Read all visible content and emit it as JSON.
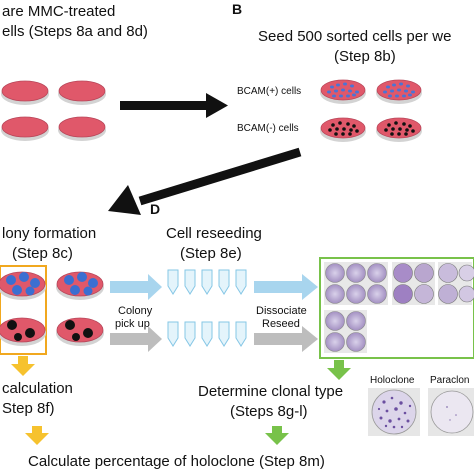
{
  "panels": {
    "b_letter": "B",
    "d_letter": "D"
  },
  "steps": {
    "prepare_line1": "are MMC-treated",
    "prepare_line2": "ells (Steps 8a and 8d)",
    "seed_line1": "Seed 500 sorted cells per we",
    "seed_line2": "(Step 8b)",
    "bcam_pos": "BCAM(+) cells",
    "bcam_neg": "BCAM(-) cells",
    "colony_line1": "lony formation",
    "colony_line2": "(Step 8c)",
    "reseed_line1": "Cell reseeding",
    "reseed_line2": "(Step 8e)",
    "colony_pickup_1": "Colony",
    "colony_pickup_2": "pick up",
    "dissociate": "Dissociate",
    "reseed": "Reseed",
    "calc_line1": "calculation",
    "calc_line2": "Step 8f)",
    "clonal_line1": "Determine clonal type",
    "clonal_line2": "(Steps 8g-l)",
    "holoclone": "Holoclone",
    "paraclone": "Paraclon",
    "final": "Calculate percentage of holoclone (Step 8m)"
  },
  "colors": {
    "dish_fill": "#e0586a",
    "dish_rim": "#c9c9c9",
    "blue_cell": "#3b6fd1",
    "black_cell": "#111111",
    "orange": "#f1a81f",
    "yellow_arrow": "#f6c22e",
    "green": "#78c24a",
    "light_blue": "#a8d5ee",
    "grey_arrow": "#bdbdbd",
    "plate_purple": "#b9a6cf"
  }
}
